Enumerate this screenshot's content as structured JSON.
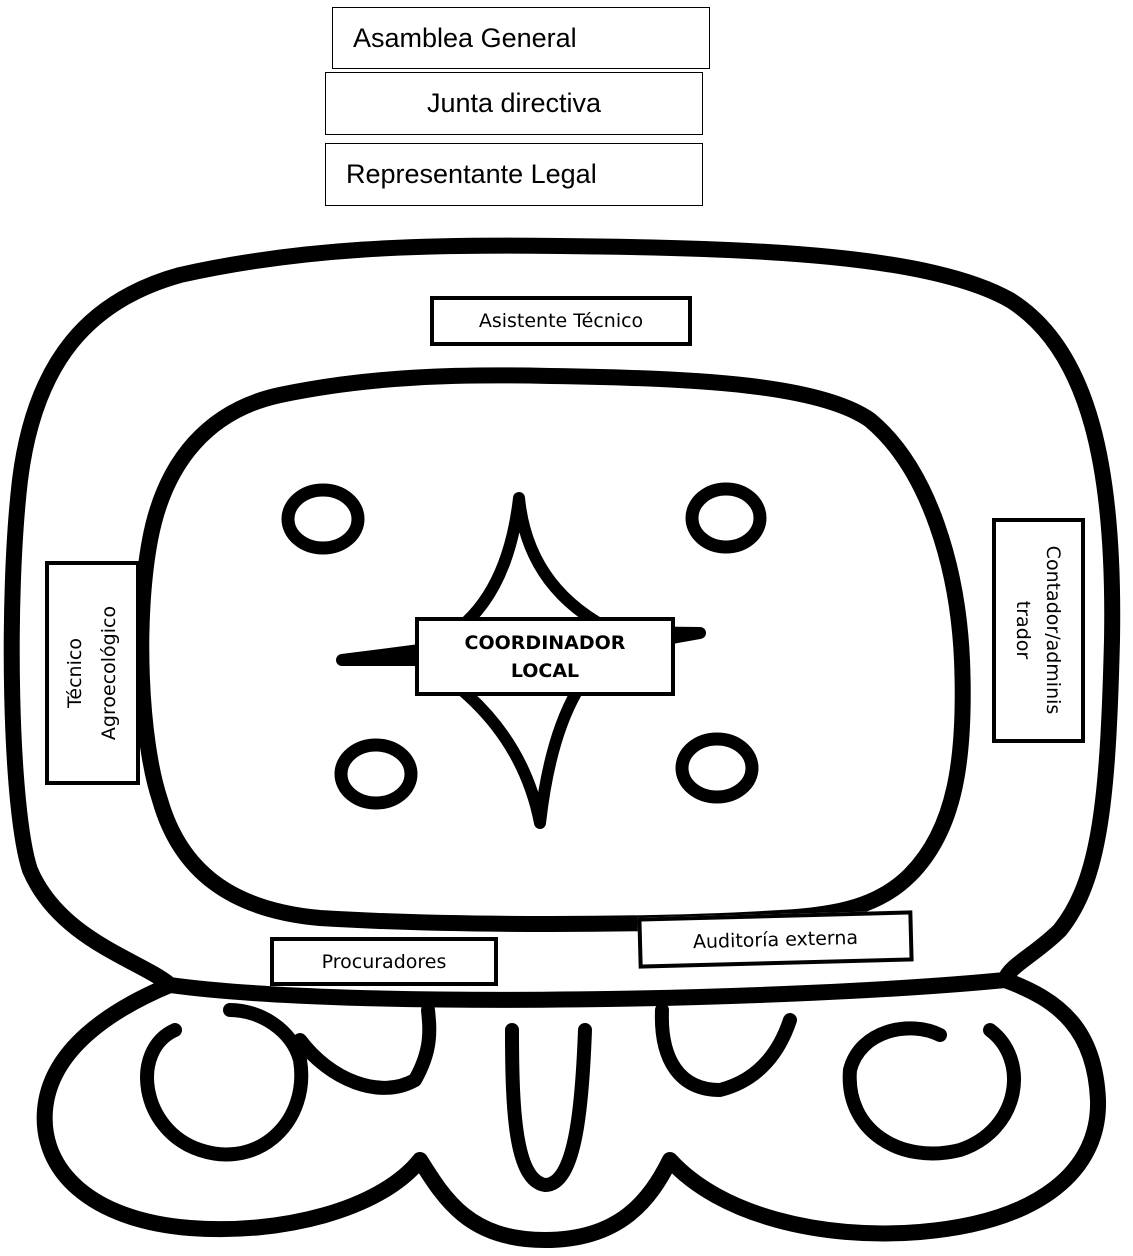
{
  "hierarchy": {
    "assembly": "Asamblea General",
    "board": "Junta directiva",
    "legal_representative": "Representante Legal"
  },
  "roles": {
    "assistant": "Asistente Técnico",
    "coordinator_line1": "COORDINADOR",
    "coordinator_line2": "LOCAL",
    "technician_line1": "Técnico",
    "technician_line2": "Agroecológico",
    "accountant_line1": "Contador/adminis",
    "accountant_line2": "trador",
    "procurators": "Procuradores",
    "audit": "Auditoría externa"
  }
}
